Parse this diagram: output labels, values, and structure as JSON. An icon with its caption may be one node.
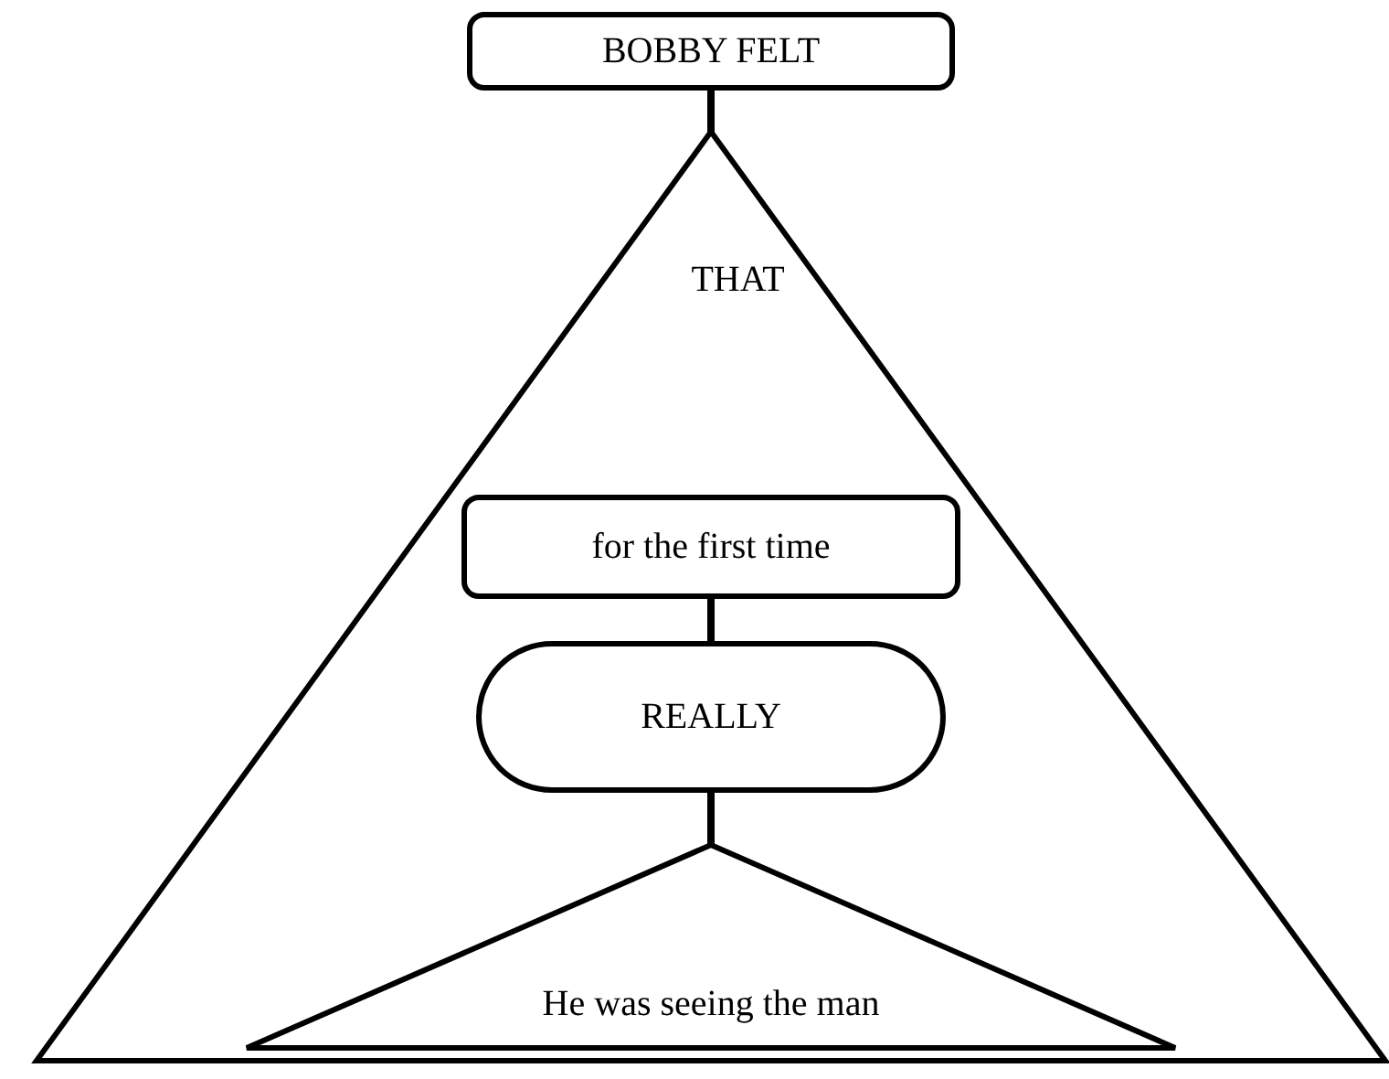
{
  "diagram": {
    "nodes": [
      {
        "text": [
          "BOBBY FELT"
        ]
      },
      {
        "text": [
          "THAT"
        ]
      },
      {
        "text": [
          "for the first time"
        ],
        "in": 1
      },
      {
        "text": [
          "REALLY"
        ],
        "in": 1
      },
      {
        "text": [
          "He was seeing the man"
        ],
        "in": 1
      }
    ],
    "edges": [
      {
        "from": 0,
        "to": 1,
        "arrow": "none"
      },
      {
        "from": 2,
        "to": 3,
        "arrow": "none"
      },
      {
        "from": 3,
        "to": 4,
        "arrow": "none"
      }
    ]
  }
}
